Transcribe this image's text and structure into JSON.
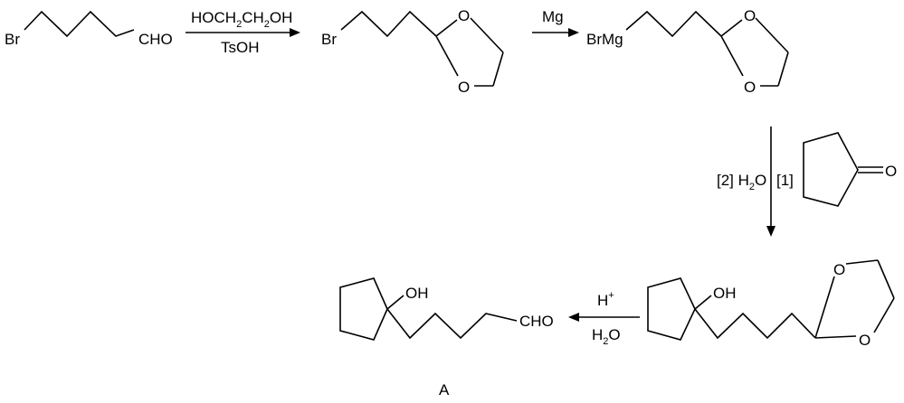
{
  "molecules": {
    "m1": {
      "br": "Br",
      "cho": "CHO"
    },
    "m2": {
      "br": "Br",
      "o_top": "O",
      "o_bottom": "O"
    },
    "m3": {
      "brmg": "BrMg",
      "o_top": "O",
      "o_bottom": "O"
    },
    "ketone": {
      "o": "O"
    },
    "m4": {
      "oh": "OH",
      "o_top": "O",
      "o_bottom": "O"
    },
    "product": {
      "oh": "OH",
      "cho": "CHO",
      "label": "A"
    }
  },
  "reagents": {
    "step1_above": {
      "p1": "HOCH",
      "s1": "2",
      "p2": "CH",
      "s2": "2",
      "p3": "OH"
    },
    "step1_below": "TsOH",
    "step2_above": "Mg",
    "step3_left": {
      "prefix": "[2]  H",
      "sub": "2",
      "suffix": "O"
    },
    "step3_right": "[1]",
    "step4_above": {
      "base": "H",
      "sup": "+"
    },
    "step4_below": {
      "base": "H",
      "sub": "2",
      "suffix": "O"
    }
  }
}
